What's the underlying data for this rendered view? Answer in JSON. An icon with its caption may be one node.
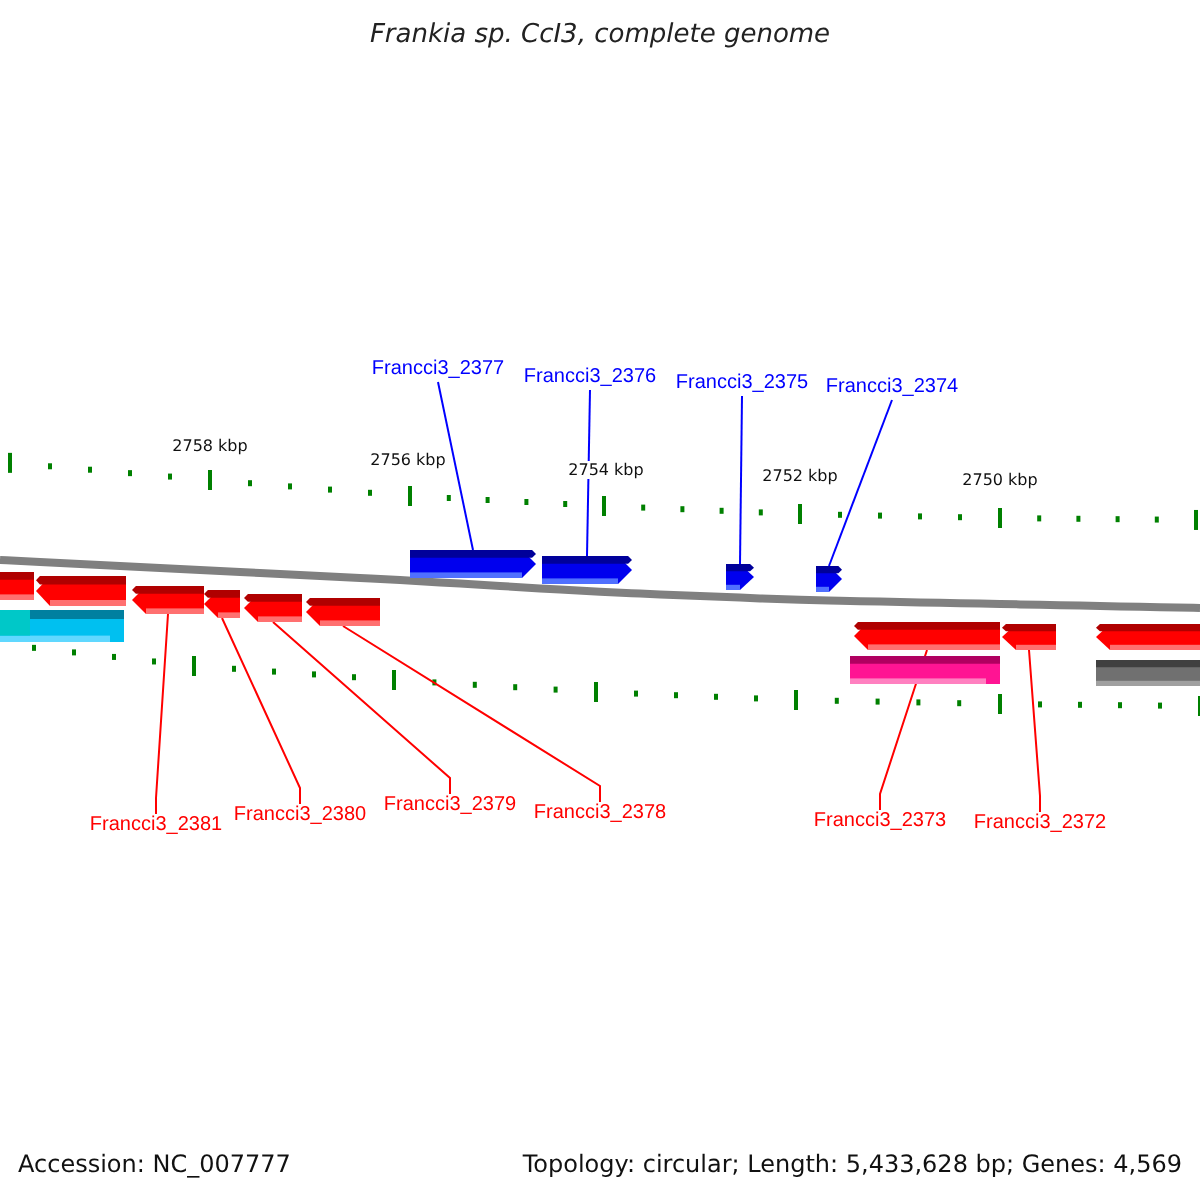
{
  "diagram": {
    "title": "Frankia sp. CcI3, complete genome",
    "nodes": [
      {
        "text": [
          "Francci3_2377"
        ]
      },
      {
        "text": [
          "Francci3_2376"
        ]
      },
      {
        "text": [
          "Francci3_2375"
        ]
      },
      {
        "text": [
          "Francci3_2374"
        ]
      },
      {
        "text": [],
        "shape": "arrow"
      },
      {
        "text": [],
        "shape": "arrow"
      },
      {
        "text": [],
        "shape": "arrow"
      },
      {
        "text": [],
        "shape": "arrow"
      },
      {
        "text": [],
        "shape": "arrow"
      },
      {
        "text": [],
        "shape": "arrow"
      },
      {
        "text": [],
        "shape": "bar"
      },
      {
        "text": [],
        "shape": "arrow"
      },
      {
        "text": [],
        "shape": "arrow"
      },
      {
        "text": [],
        "shape": "arrow"
      },
      {
        "text": [],
        "shape": "arrow"
      },
      {
        "text": [],
        "shape": "arrow"
      },
      {
        "text": [],
        "shape": "bar"
      },
      {
        "text": [],
        "shape": "arrow"
      },
      {
        "text": [],
        "shape": "arrow"
      },
      {
        "text": [],
        "shape": "bar"
      },
      {
        "text": [
          "Francci3_2381"
        ]
      },
      {
        "text": [
          "Francci3_2380"
        ]
      },
      {
        "text": [
          "Francci3_2379"
        ]
      },
      {
        "text": [
          "Francci3_2378"
        ]
      },
      {
        "text": [
          "Francci3_2373"
        ]
      },
      {
        "text": [
          "Francci3_2372"
        ]
      }
    ],
    "edges": [
      {
        "from": 0,
        "to": 4,
        "arrow": "none",
        "color": "#0000ff"
      },
      {
        "from": 1,
        "to": 5,
        "arrow": "none",
        "color": "#0000ff"
      },
      {
        "from": 2,
        "to": 6,
        "arrow": "none",
        "color": "#0000ff"
      },
      {
        "from": 3,
        "to": 7,
        "arrow": "none",
        "color": "#0000ff"
      },
      {
        "from": 20,
        "to": 11,
        "arrow": "none"
      },
      {
        "from": 21,
        "to": 12,
        "arrow": "none"
      },
      {
        "from": 22,
        "to": 13,
        "arrow": "none"
      },
      {
        "from": 23,
        "to": 14,
        "arrow": "none"
      },
      {
        "from": 24,
        "to": 15,
        "arrow": "none"
      },
      {
        "from": 25,
        "to": 17,
        "arrow": "none"
      }
    ],
    "labels": [
      "2758 kbp",
      "2756 kbp",
      "2754 kbp",
      "2752 kbp",
      "2750 kbp",
      "Accession: NC_007777",
      "Topology: circular; Length: 5,433,628 bp; Genes: 4,569"
    ]
  }
}
